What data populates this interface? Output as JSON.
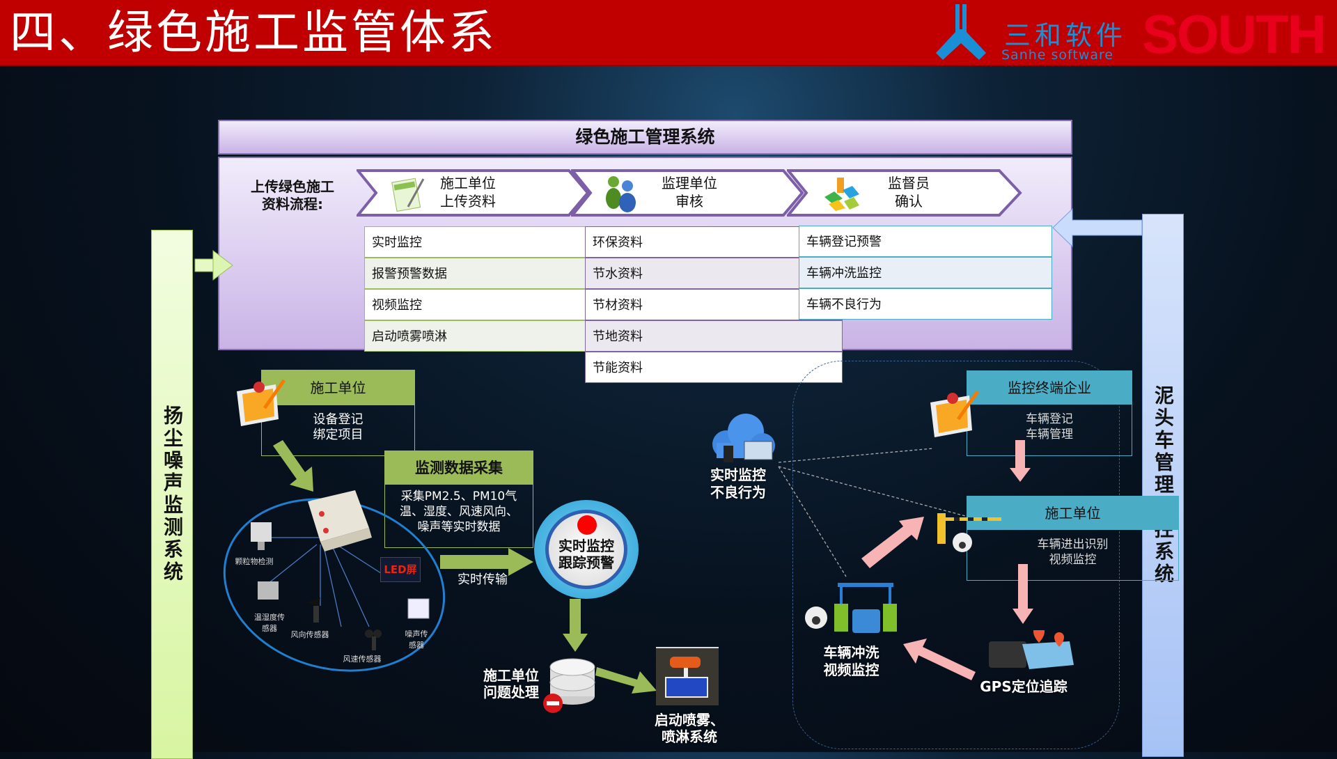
{
  "header": {
    "title": "四、绿色施工监管体系",
    "logo_cn": "三和软件",
    "logo_en": "Sanhe software",
    "brand": "SOUTH"
  },
  "system": {
    "title": "绿色施工管理系统",
    "flow_label_1": "上传绿色施工",
    "flow_label_2": "资料流程:",
    "steps": [
      {
        "line1": "施工单位",
        "line2": "上传资料"
      },
      {
        "line1": "监理单位",
        "line2": "审核"
      },
      {
        "line1": "监督员",
        "line2": "确认"
      }
    ],
    "col1": [
      "实时监控",
      "报警预警数据",
      "视频监控",
      "启动喷雾喷淋"
    ],
    "col2": [
      "环保资料",
      "节水资料",
      "节材资料",
      "节地资料",
      "节能资料"
    ],
    "col3": [
      "车辆登记预警",
      "车辆冲洗监控",
      "车辆不良行为"
    ]
  },
  "left_system": {
    "title": "扬尘噪声监测系统",
    "unit": {
      "title": "施工单位",
      "line1": "设备登记",
      "line2": "绑定项目"
    },
    "collect": {
      "title": "监测数据采集",
      "line1": "采集PM2.5、PM10气",
      "line2": "温、湿度、风速风向、",
      "line3": "噪声等实时数据"
    },
    "sensors": [
      "颗粒物检测",
      "温湿度传感器",
      "风向传感器",
      "风速传感器",
      "噪声传感器"
    ],
    "led": "LED屏",
    "transfer": "实时传输",
    "alert": {
      "line1": "实时监控",
      "line2": "跟踪预警"
    },
    "handle": {
      "line1": "施工单位",
      "line2": "问题处理"
    },
    "spray": {
      "line1": "启动喷雾、",
      "line2": "喷淋系统"
    }
  },
  "right_system": {
    "title": "泥头车管理监控系统",
    "cloud": {
      "line1": "实时监控",
      "line2": "不良行为"
    },
    "enterprise": {
      "title": "监控终端企业",
      "line1": "车辆登记",
      "line2": "车辆管理"
    },
    "unit": {
      "title": "施工单位",
      "line1": "车辆进出识别",
      "line2": "视频监控"
    },
    "wash": {
      "line1": "车辆冲洗",
      "line2": "视频监控"
    },
    "gps": "GPS定位追踪"
  },
  "colors": {
    "header": "#c00000",
    "green": "#9bbb59",
    "teal": "#4bacc6",
    "purple": "#8064a2",
    "pink_arrow": "#f4a6a6"
  }
}
